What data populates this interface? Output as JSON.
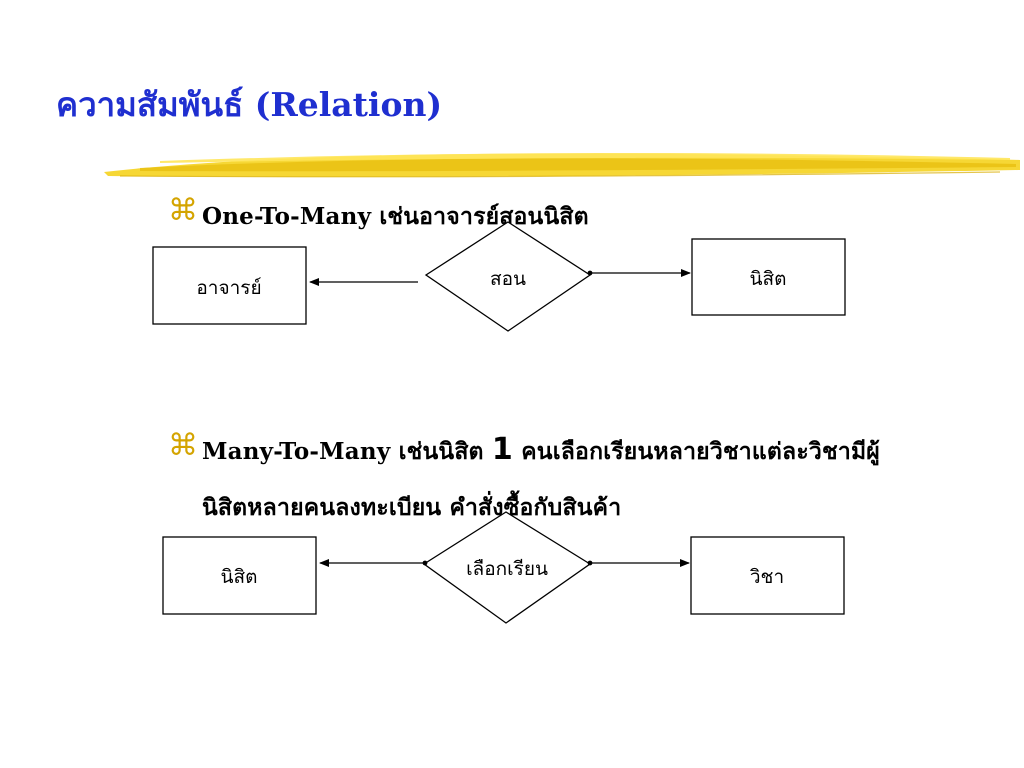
{
  "slide": {
    "title": "ความสัมพันธ์ (Relation)",
    "bullets": [
      {
        "bold_text": "One-To-Many เช่นอาจารย์สอนนิสิต"
      },
      {
        "lead_text": "Many-To-Many เช่นนิสิต ",
        "number": "1",
        "tail_text": " คนเลือกเรียนหลายวิชาแต่ละวิชามีผู้",
        "second_line": "นิสิตหลายคนลงทะเบียน  คำสั่งซื้อกับสินค้า"
      }
    ]
  },
  "diagram1": {
    "left_entity": "อาจารย์",
    "relationship": "สอน",
    "right_entity": "นิสิต"
  },
  "diagram2": {
    "left_entity": "นิสิต",
    "relationship": "เลือกเรียน",
    "right_entity": "วิชา"
  },
  "colors": {
    "title": "#1f2fd0",
    "bullet": "#d4a400",
    "brush": "#f2d020"
  }
}
